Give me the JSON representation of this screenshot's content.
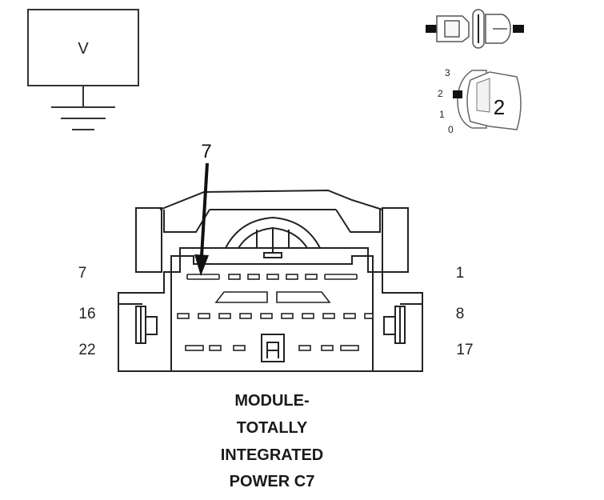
{
  "meter": {
    "label": "V"
  },
  "ignition": {
    "positions": [
      "3",
      "2",
      "1",
      "0"
    ],
    "selected": "2"
  },
  "connector": {
    "callout": "7",
    "pin_labels": {
      "top_left": "7",
      "top_right": "1",
      "mid_left": "16",
      "mid_right": "8",
      "bottom_left": "22",
      "bottom_right": "17"
    }
  },
  "caption": {
    "line1": "MODULE-",
    "line2": "TOTALLY",
    "line3": "INTEGRATED",
    "line4": "POWER C7"
  }
}
